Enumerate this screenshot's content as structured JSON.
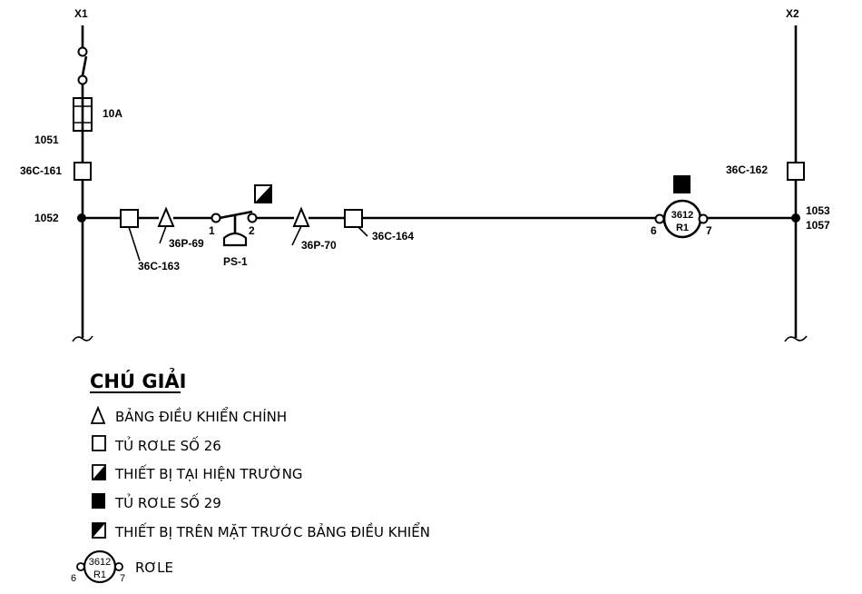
{
  "buses": {
    "left": "X1",
    "right": "X2"
  },
  "labels": {
    "fuse": "10A",
    "wire_1051": "1051",
    "wire_1052": "1052",
    "wire_1053": "1053",
    "wire_1057": "1057",
    "term_161": "36C-161",
    "term_162": "36C-162",
    "term_163": "36C-163",
    "term_164": "36C-164",
    "panel_69": "36P-69",
    "panel_70": "36P-70",
    "switch_name": "PS-1",
    "switch_pin1": "1",
    "switch_pin2": "2",
    "relay_num": "3612",
    "relay_name": "R1",
    "relay_pin6": "6",
    "relay_pin7": "7"
  },
  "legend": {
    "title": "CHÚ GIẢI",
    "items": [
      {
        "symbol": "triangle",
        "text": "BẢNG ĐIỀU KHIỂN CHÍNH"
      },
      {
        "symbol": "open-square",
        "text": "TỦ RƠLE SỐ 26"
      },
      {
        "symbol": "half-square-lower",
        "text": "THIẾT BỊ TẠI HIỆN TRƯỜNG"
      },
      {
        "symbol": "filled-square",
        "text": "TỦ RƠLE SỐ 29"
      },
      {
        "symbol": "half-square-upper",
        "text": "THIẾT BỊ TRÊN MẶT TRƯỚC BẢNG ĐIỀU KHIỂN"
      }
    ],
    "relay": {
      "num": "3612",
      "name": "R1",
      "pin_left": "6",
      "pin_right": "7",
      "text": "RƠLE"
    }
  }
}
